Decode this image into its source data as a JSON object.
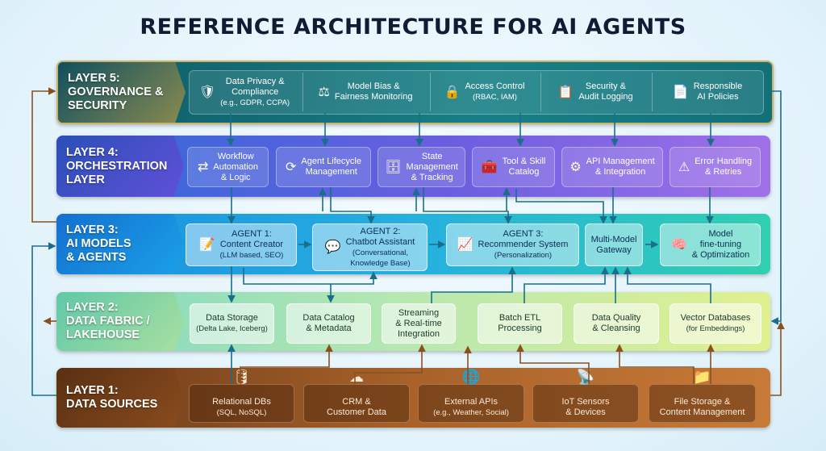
{
  "title": "REFERENCE ARCHITECTURE FOR AI AGENTS",
  "layers": [
    {
      "id": "l5",
      "label": [
        "LAYER 5:",
        "GOVERNANCE &",
        "SECURITY"
      ],
      "items": [
        {
          "icon": "shield-lock-icon",
          "glyph": "🛡",
          "title": [
            "Data Privacy &",
            "Compliance"
          ],
          "sub": [
            "(e.g., GDPR, CCPA)"
          ]
        },
        {
          "icon": "scales-icon",
          "glyph": "⚖",
          "title": [
            "Model Bias &",
            "Fairness Monitoring"
          ],
          "sub": []
        },
        {
          "icon": "padlock-icon",
          "glyph": "🔒",
          "title": [
            "Access Control"
          ],
          "sub": [
            "(RBAC, IAM)"
          ]
        },
        {
          "icon": "audit-document-icon",
          "glyph": "📋",
          "title": [
            "Security &",
            "Audit Logging"
          ],
          "sub": []
        },
        {
          "icon": "policy-document-icon",
          "glyph": "📄",
          "title": [
            "Responsible",
            "AI Policies"
          ],
          "sub": []
        }
      ]
    },
    {
      "id": "l4",
      "label": [
        "LAYER 4:",
        "ORCHESTRATION",
        "LAYER"
      ],
      "items": [
        {
          "icon": "workflow-icon",
          "glyph": "⇄",
          "title": [
            "Workflow",
            "Automation",
            "& Logic"
          ],
          "sub": []
        },
        {
          "icon": "refresh-cycle-icon",
          "glyph": "⟳",
          "title": [
            "Agent Lifecycle",
            "Management"
          ],
          "sub": []
        },
        {
          "icon": "database-gear-icon",
          "glyph": "🗄",
          "title": [
            "State",
            "Management",
            "& Tracking"
          ],
          "sub": []
        },
        {
          "icon": "toolbox-icon",
          "glyph": "🧰",
          "title": [
            "Tool & Skill",
            "Catalog"
          ],
          "sub": []
        },
        {
          "icon": "api-gear-icon",
          "glyph": "⚙",
          "title": [
            "API Management",
            "& Integration"
          ],
          "sub": []
        },
        {
          "icon": "warning-triangle-icon",
          "glyph": "⚠",
          "title": [
            "Error Handling",
            "& Retries"
          ],
          "sub": []
        }
      ]
    },
    {
      "id": "l3",
      "label": [
        "LAYER 3:",
        "AI MODELS",
        "& AGENTS"
      ],
      "items": [
        {
          "icon": "document-pen-icon",
          "glyph": "📝",
          "title": [
            "AGENT 1:",
            "Content Creator"
          ],
          "sub": [
            "(LLM based, SEO)"
          ]
        },
        {
          "icon": "chat-bubbles-icon",
          "glyph": "💬",
          "title": [
            "AGENT 2:",
            "Chatbot Assistant"
          ],
          "sub": [
            "(Conversational,",
            "Knowledge Base)"
          ]
        },
        {
          "icon": "growth-chart-icon",
          "glyph": "📈",
          "title": [
            "AGENT 3:",
            "Recommender System"
          ],
          "sub": [
            "(Personalization)"
          ]
        },
        {
          "icon": "",
          "glyph": "",
          "title": [
            "Multi-Model",
            "Gateway"
          ],
          "sub": []
        },
        {
          "icon": "brain-gear-icon",
          "glyph": "🧠",
          "title": [
            "Model",
            "fine-tuning",
            "& Optimization"
          ],
          "sub": []
        }
      ]
    },
    {
      "id": "l2",
      "label": [
        "LAYER 2:",
        "DATA FABRIC /",
        "LAKEHOUSE"
      ],
      "items": [
        {
          "icon": "",
          "glyph": "",
          "title": [
            "Data Storage"
          ],
          "sub": [
            "(Delta Lake, Iceberg)"
          ]
        },
        {
          "icon": "",
          "glyph": "",
          "title": [
            "Data Catalog",
            "& Metadata"
          ],
          "sub": []
        },
        {
          "icon": "",
          "glyph": "",
          "title": [
            "Streaming",
            "& Real-time",
            "Integration"
          ],
          "sub": []
        },
        {
          "icon": "",
          "glyph": "",
          "title": [
            "Batch ETL",
            "Processing"
          ],
          "sub": []
        },
        {
          "icon": "",
          "glyph": "",
          "title": [
            "Data Quality",
            "& Cleansing"
          ],
          "sub": []
        },
        {
          "icon": "",
          "glyph": "",
          "title": [
            "Vector Databases"
          ],
          "sub": [
            "(for Embeddings)"
          ]
        }
      ]
    },
    {
      "id": "l1",
      "label": [
        "LAYER 1:",
        "DATA SOURCES"
      ],
      "items": [
        {
          "icon": "database-icon",
          "glyph": "🛢",
          "title": [
            "Relational DBs"
          ],
          "sub": [
            "(SQL, NoSQL)"
          ]
        },
        {
          "icon": "cloud-crm-icon",
          "glyph": "☁",
          "title": [
            "CRM &",
            "Customer Data"
          ],
          "sub": []
        },
        {
          "icon": "globe-gear-icon",
          "glyph": "🌐",
          "title": [
            "External APIs"
          ],
          "sub": [
            "(e.g., Weather, Social)"
          ]
        },
        {
          "icon": "antenna-icon",
          "glyph": "📡",
          "title": [
            "IoT Sensors",
            "& Devices"
          ],
          "sub": []
        },
        {
          "icon": "folder-icon",
          "glyph": "📁",
          "title": [
            "File Storage &",
            "Content Management"
          ],
          "sub": []
        }
      ]
    }
  ],
  "colors": {
    "l5": "#14606a",
    "l4": "#6a5ee0",
    "l3": "#20a0e0",
    "l2": "#b8e8b0",
    "l1": "#b06a30",
    "arrow": "#1b6e8a",
    "arrow_l1": "#8a5020"
  }
}
